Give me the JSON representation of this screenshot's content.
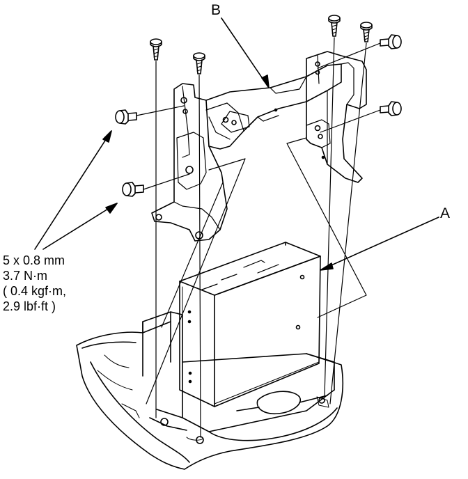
{
  "callouts": {
    "bracket_label": "B",
    "unit_label": "A"
  },
  "torque_spec": {
    "bolt_size": "5 x 0.8 mm",
    "torque_nm": "3.7 N·m",
    "torque_kgf": "( 0.4 kgf·m,",
    "torque_lbf": "2.9 lbf·ft )"
  },
  "colors": {
    "line": "#000000",
    "background": "#ffffff"
  }
}
